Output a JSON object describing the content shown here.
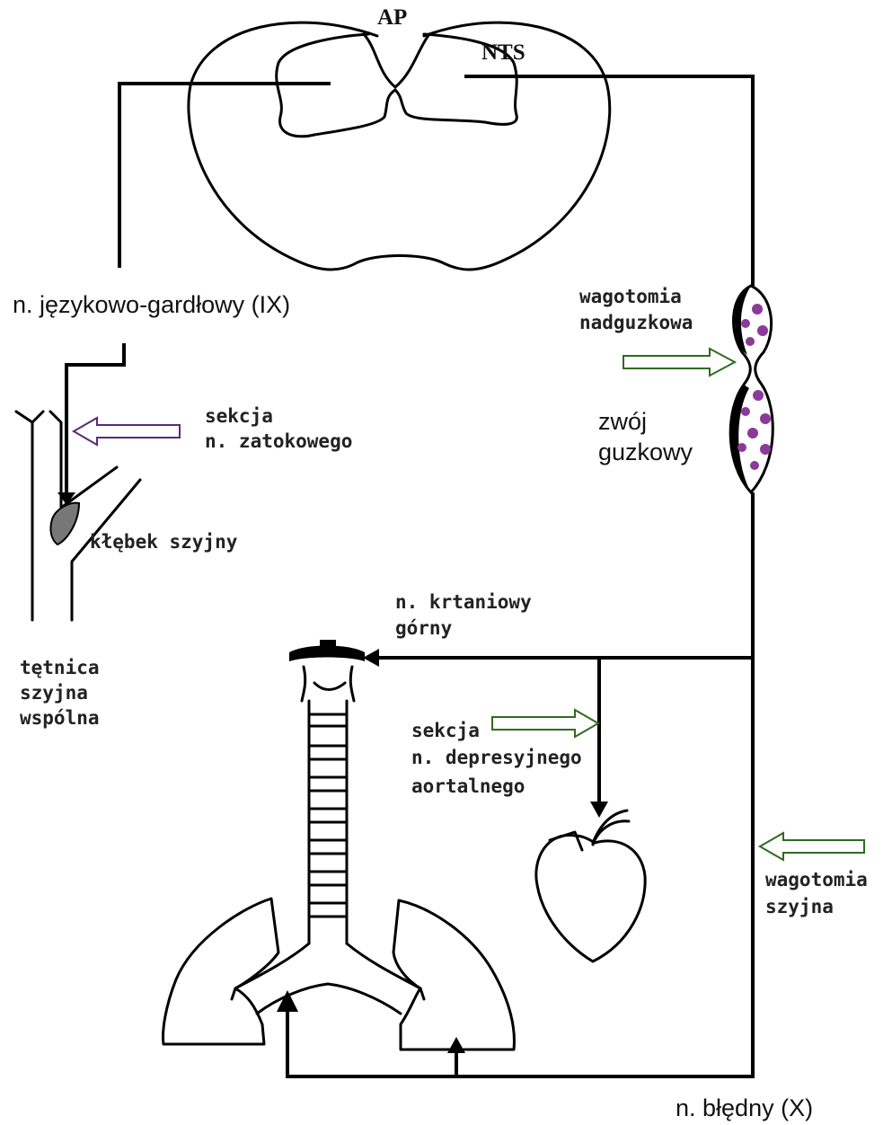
{
  "labels": {
    "ap": "AP",
    "nts": "NTS",
    "glossopharyngeal": "n. językowo-gardłowy (IX)",
    "sinus_section_line1": "sekcja",
    "sinus_section_line2": "n. zatokowego",
    "carotid_body": "kłębek szyjny",
    "carotid_artery_line1": "tętnica",
    "carotid_artery_line2": "szyjna",
    "carotid_artery_line3": "wspólna",
    "supranodose_line1": "wagotomia",
    "supranodose_line2": "nadguzkowa",
    "nodose_line1": "zwój",
    "nodose_line2": "guzkowy",
    "laryngeal_line1": "n. krtaniowy",
    "laryngeal_line2": "górny",
    "aortic_section_line1": "sekcja",
    "aortic_section_line2": "n. depresyjnego",
    "aortic_section_line3": "aortalnego",
    "cervical_vagotomy_line1": "wagotomia",
    "cervical_vagotomy_line2": "szyjna",
    "vagus": "n. błędny (X)"
  },
  "colors": {
    "line": "#000000",
    "arrow_outline_green": "#2f6b1f",
    "arrow_outline_purple": "#5a2a7a",
    "ganglion_dots": "#8a3a9a",
    "carotid_body_fill": "#777777"
  }
}
